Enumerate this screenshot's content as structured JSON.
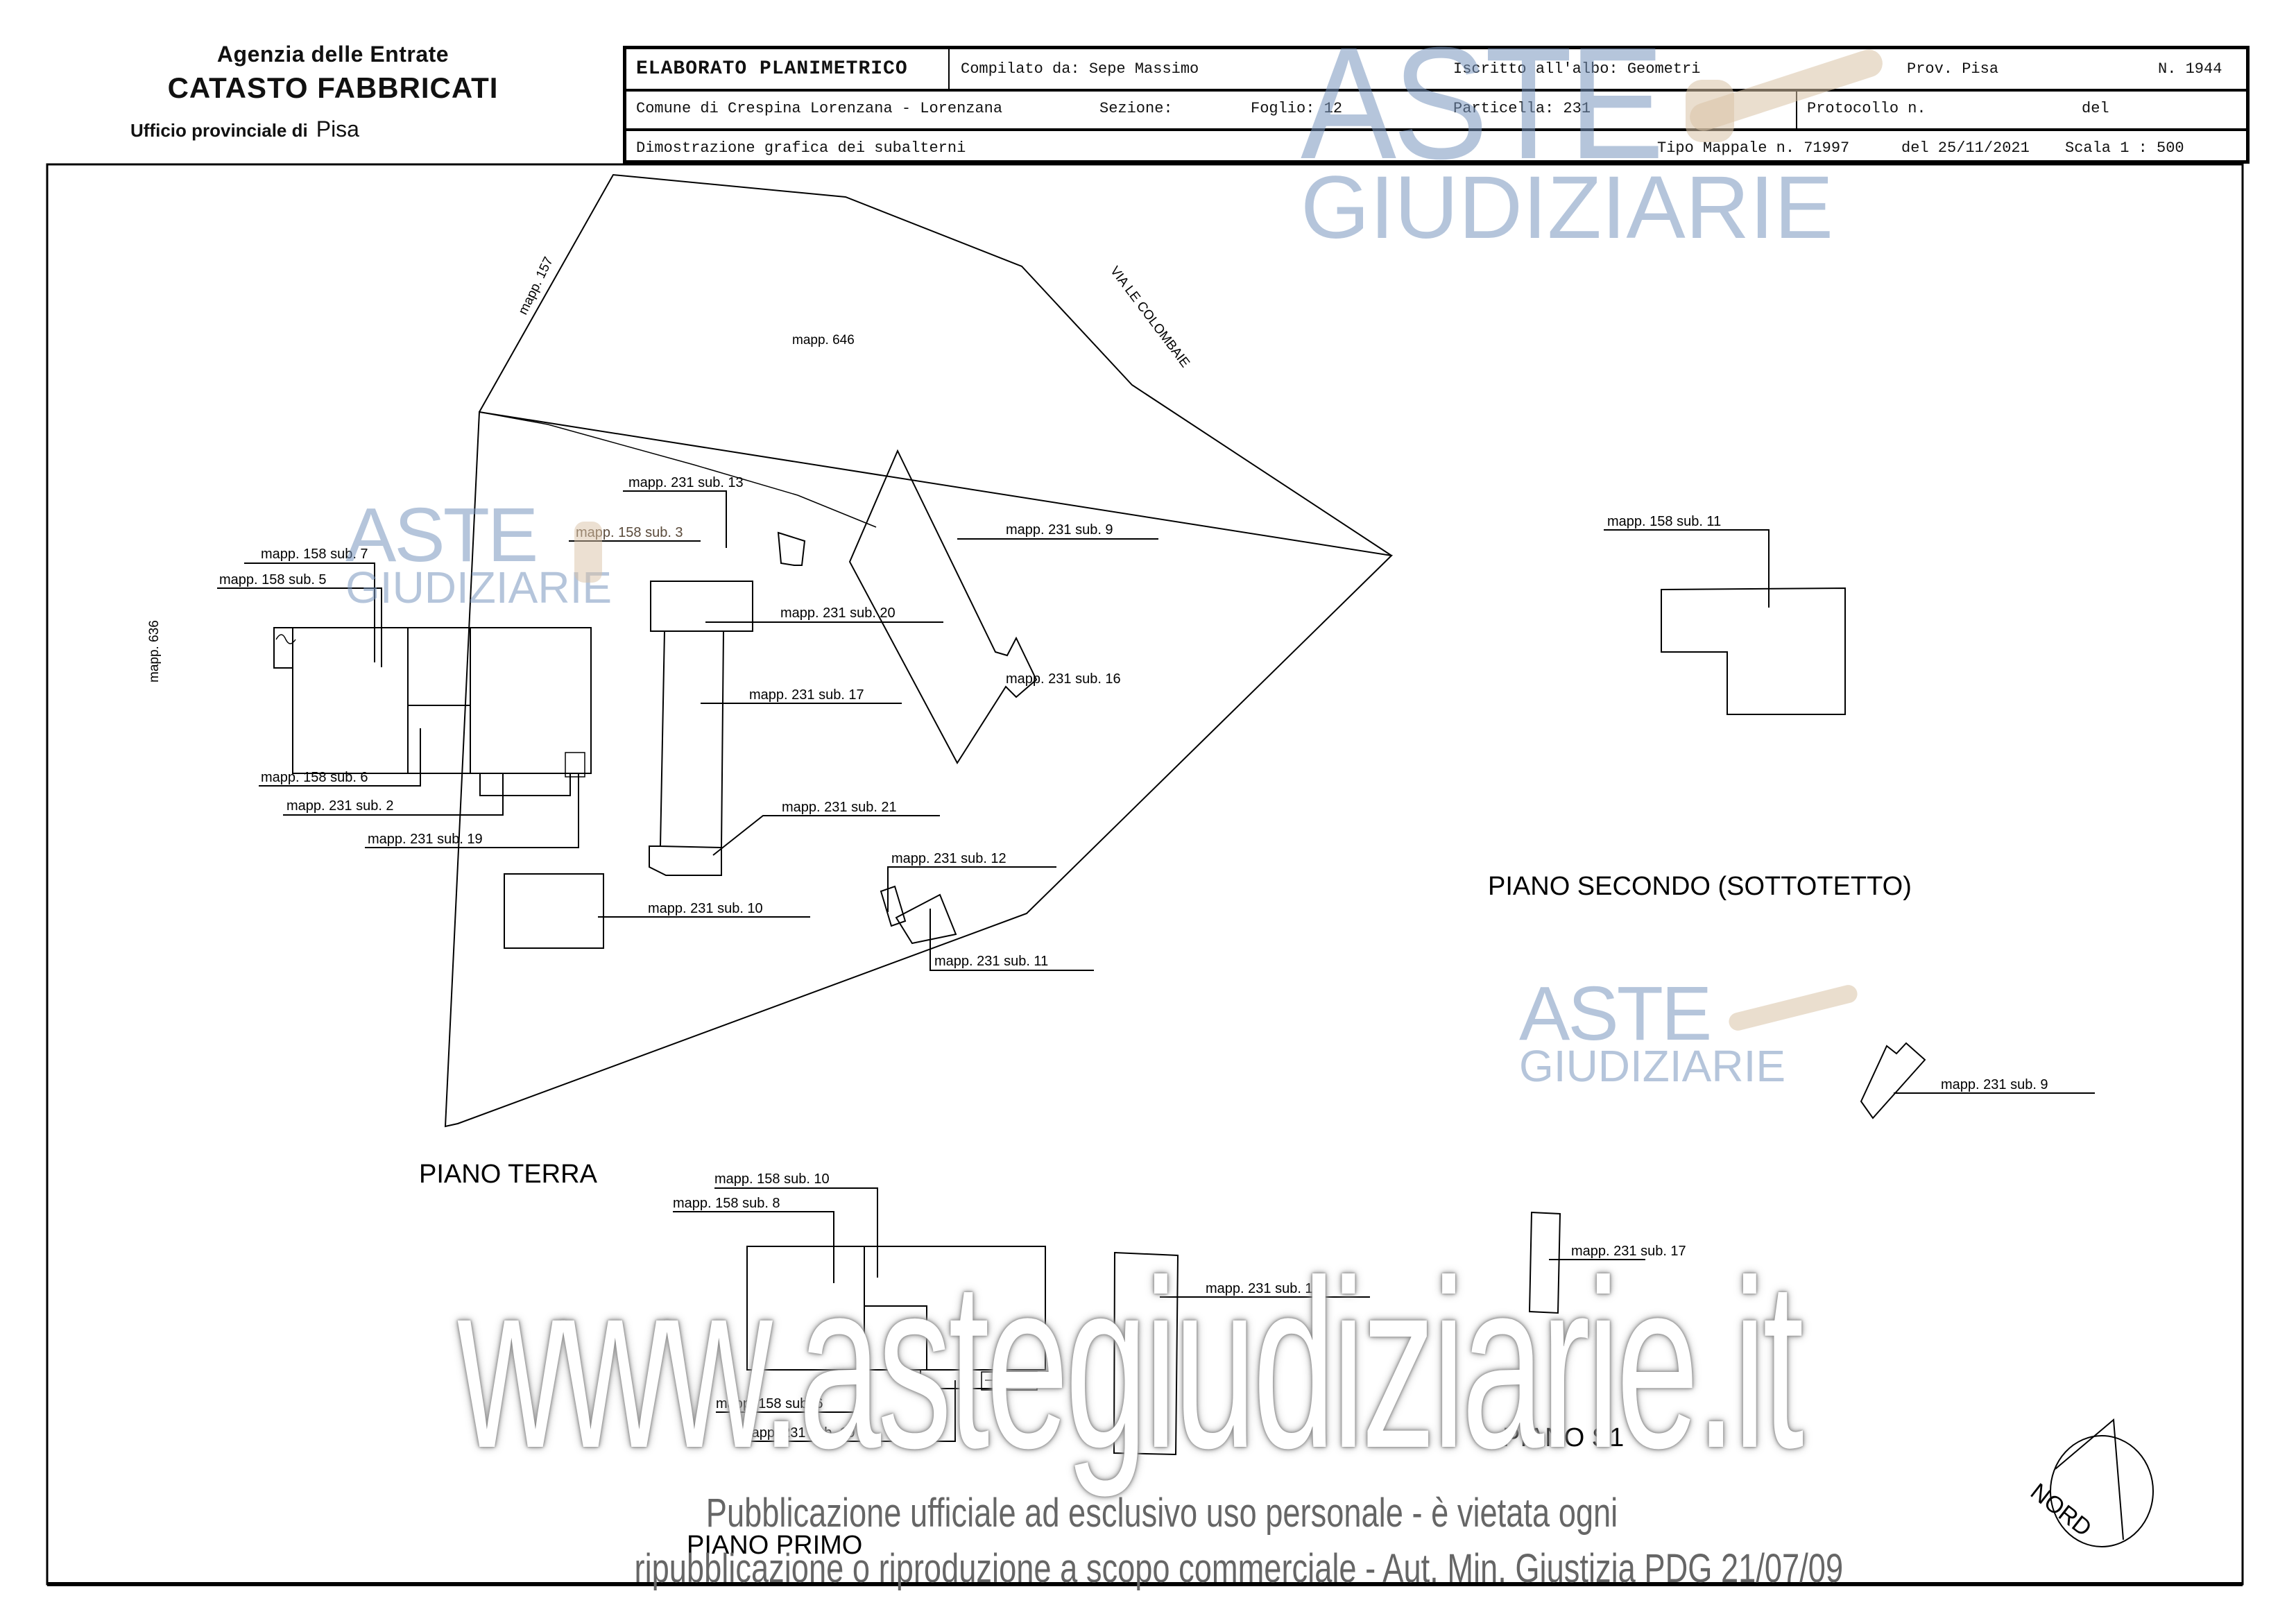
{
  "header": {
    "agency": "Agenzia delle Entrate",
    "catasto": "CATASTO FABBRICATI",
    "ufficio_label": "Ufficio provinciale di",
    "ufficio_prov": "Pisa"
  },
  "title_block": {
    "title": "ELABORATO PLANIMETRICO",
    "compilato_da": "Compilato da: Sepe Massimo",
    "iscritto": "Iscritto all'albo: Geometri",
    "prov": "Prov. Pisa",
    "numero": "N. 1944",
    "comune": "Comune di Crespina Lorenzana - Lorenzana",
    "sezione": "Sezione:",
    "foglio": "Foglio: 12",
    "particella": "Particella: 231",
    "protocollo": "Protocollo n.",
    "protocollo_del": "del",
    "dimostrazione": "Dimostrazione grafica dei subalterni",
    "tipo_mappale": "Tipo Mappale n. 71997",
    "tipo_del": "del 25/11/2021",
    "scala": "Scala 1 : 500"
  },
  "map_labels": {
    "mapp_157": "mapp. 157",
    "mapp_646": "mapp. 646",
    "mapp_636": "mapp. 636",
    "via": "VIA LE COLOMBAIE"
  },
  "piano_terra": {
    "title": "PIANO TERRA",
    "labels": [
      {
        "text": "mapp. 231 sub. 13"
      },
      {
        "text": "mapp. 158 sub. 3"
      },
      {
        "text": "mapp. 158 sub. 7"
      },
      {
        "text": "mapp. 158 sub. 5"
      },
      {
        "text": "mapp. 231 sub. 9"
      },
      {
        "text": "mapp. 231 sub. 20"
      },
      {
        "text": "mapp. 231 sub. 16"
      },
      {
        "text": "mapp. 231 sub. 17"
      },
      {
        "text": "mapp. 158 sub. 6"
      },
      {
        "text": "mapp. 231 sub. 2"
      },
      {
        "text": "mapp. 231 sub. 19"
      },
      {
        "text": "mapp. 231 sub. 21"
      },
      {
        "text": "mapp. 231 sub. 12"
      },
      {
        "text": "mapp. 231 sub. 10"
      },
      {
        "text": "mapp. 231 sub. 11"
      }
    ]
  },
  "piano_secondo": {
    "title": "PIANO SECONDO (SOTTOTETTO)",
    "labels": [
      {
        "text": "mapp. 158 sub. 11"
      },
      {
        "text": "mapp. 231 sub. 9"
      }
    ]
  },
  "piano_primo": {
    "title": "PIANO PRIMO",
    "labels": [
      {
        "text": "mapp. 158 sub. 10"
      },
      {
        "text": "mapp. 158 sub. 8"
      },
      {
        "text": "mapp. 158 sub. 6"
      },
      {
        "text": "mapp. 231 sub. 19"
      },
      {
        "text": "mapp. 231 sub. 18"
      }
    ]
  },
  "piano_s1": {
    "title": "PIANO S1",
    "labels": [
      {
        "text": "mapp. 231 sub. 17"
      }
    ]
  },
  "north_arrow": {
    "label": "NORD"
  },
  "watermarks": {
    "aste": "ASTE",
    "giudiziarie": "GIUDIZIARIE",
    "site": "www.astegiudiziarie.it",
    "disclaimer_line1": "Pubblicazione ufficiale ad esclusivo uso personale - è vietata ogni",
    "disclaimer_line2": "ripubblicazione o riproduzione a scopo commerciale - Aut. Min. Giustizia PDG 21/07/09"
  },
  "colors": {
    "ink": "#000000",
    "watermark_blue": "#7896be",
    "watermark_gavel": "#d9c2a6",
    "disclaimer_gray": "#666666"
  }
}
